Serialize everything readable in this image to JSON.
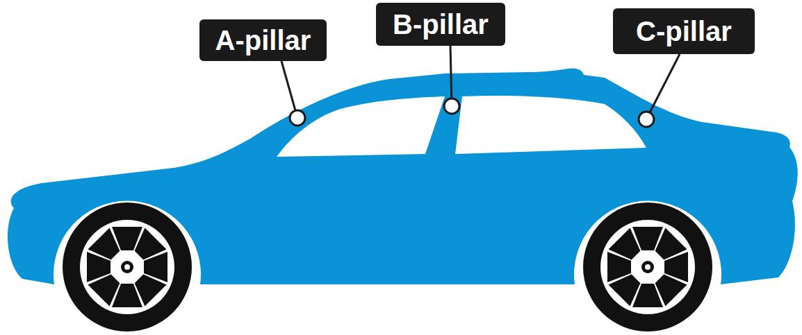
{
  "diagram": {
    "nodes": [
      {
        "text": [
          "A-pillar"
        ]
      },
      {
        "text": [
          "B-pillar"
        ]
      },
      {
        "text": [
          "C-pillar"
        ]
      }
    ]
  }
}
